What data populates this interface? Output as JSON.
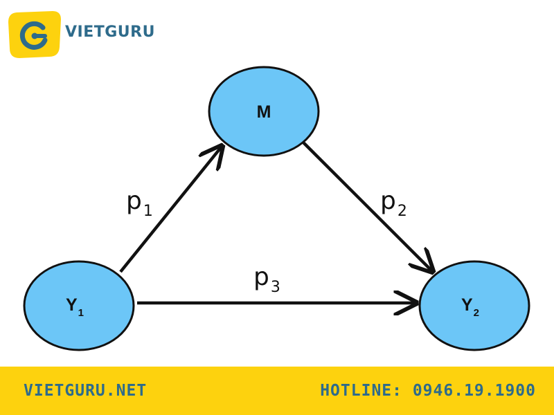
{
  "brand": {
    "name": "VIETGURU",
    "logo_icon": "vietguru-logo-icon",
    "color": "#2E6B8B",
    "logo_bg": "#FDD20E"
  },
  "diagram": {
    "nodes": {
      "m": {
        "label": "M",
        "sub": ""
      },
      "y1": {
        "label": "Y",
        "sub": "1"
      },
      "y2": {
        "label": "Y",
        "sub": "2"
      }
    },
    "edges": {
      "p1": {
        "label": "p",
        "sub": "1"
      },
      "p2": {
        "label": "p",
        "sub": "2"
      },
      "p3": {
        "label": "p",
        "sub": "3"
      }
    },
    "node_fill": "#6CC6F7",
    "stroke": "#111111"
  },
  "footer": {
    "website": "VIETGURU.NET",
    "hotline": "HOTLINE: 0946.19.1900",
    "bar_color": "#FDD20E",
    "text_color": "#2E6B8B"
  }
}
